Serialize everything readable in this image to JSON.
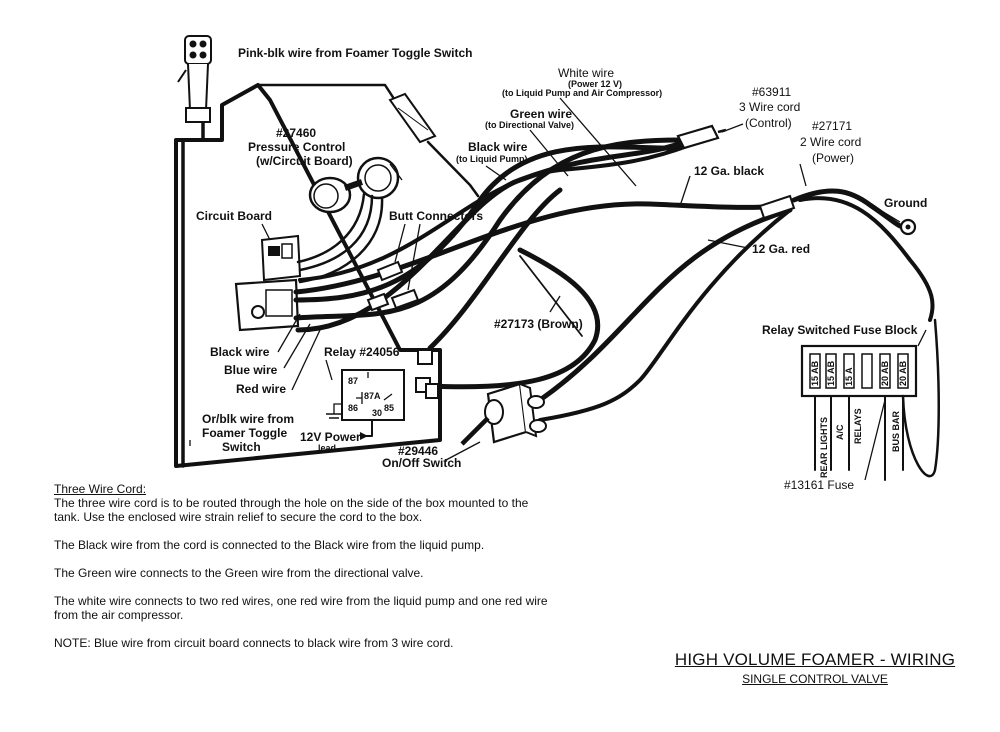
{
  "labels": {
    "pink_blk": "Pink-blk wire from Foamer Toggle Switch",
    "white_wire": "White wire",
    "white_wire_sub1": "(Power 12 V)",
    "white_wire_sub2": "(to Liquid Pump and Air Compressor)",
    "part_63911": "#63911",
    "cord_3wire": "3 Wire cord",
    "control": "(Control)",
    "green_wire": "Green wire",
    "green_wire_sub": "(to Directional Valve)",
    "part_27460": "#27460",
    "pressure_control": "Pressure Control",
    "w_circuit_board": "(w/Circuit Board)",
    "black_wire_top": "Black wire",
    "black_wire_top_sub": "(to Liquid Pump)",
    "part_27171": "#27171",
    "cord_2wire": "2 Wire cord",
    "power": "(Power)",
    "ga12_black": "12 Ga. black",
    "ground": "Ground",
    "circuit_board": "Circuit Board",
    "butt_connectors": "Butt Connectors",
    "ga12_red": "12 Ga. red",
    "part_27173": "#27173 (Brown)",
    "fuse_block": "Relay Switched Fuse Block",
    "black_wire": "Black wire",
    "relay": "Relay #24056",
    "blue_wire": "Blue wire",
    "red_wire": "Red wire",
    "orblk_1": "Or/blk wire from",
    "orblk_2": "Foamer Toggle",
    "orblk_3": "Switch",
    "v12_power": "12V Power",
    "lead": "lead",
    "part_29446": "#29446",
    "on_off": "On/Off Switch",
    "fuse_13161": "#13161 Fuse"
  },
  "relay_pins": {
    "p87": "87",
    "p87a": "87A",
    "p86": "86",
    "p30": "30",
    "p85": "85"
  },
  "fuse_block": {
    "ratings": [
      "15 AB",
      "15 AB",
      "15 A",
      "",
      "20 AB",
      "20 AB"
    ],
    "circuits": [
      "REAR LIGHTS",
      "A/C",
      "RELAYS",
      "BUS BAR"
    ]
  },
  "notes": {
    "heading": "Three Wire Cord:",
    "p1": "The three wire cord is to be routed through the hole on the side of the box mounted to the tank.  Use the enclosed wire strain relief to secure the cord to the box.",
    "p2": "The Black wire from the cord is connected to the Black wire from the liquid pump.",
    "p3": "The Green wire connects to the Green wire from the directional valve.",
    "p4": "The white wire connects to two red wires, one red wire from the liquid pump and one red wire from the air compressor.",
    "p5": "NOTE:  Blue wire from circuit board connects to black wire from 3 wire cord."
  },
  "title": {
    "main": "HIGH VOLUME FOAMER - WIRING",
    "sub": "SINGLE CONTROL VALVE"
  }
}
